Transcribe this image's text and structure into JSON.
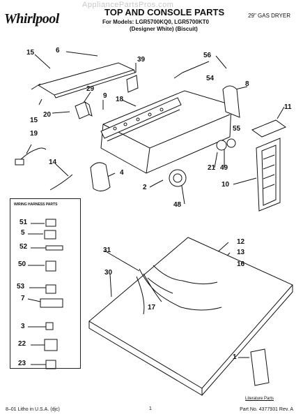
{
  "header": {
    "watermark": "AppliancePartsPros.com",
    "brand": "Whirlpool",
    "title": "TOP AND CONSOLE PARTS",
    "models_line": "For Models: LGR5700KQ0, LGR5700KT0",
    "variants_line": "(Designer White)     (Biscuit)",
    "product": "29\" GAS DRYER"
  },
  "legend": {
    "heading": "WIRING HARNESS PARTS"
  },
  "literature_label": "Literature Parts",
  "footer": {
    "left": "8–01 Litho in U.S.A. (djc)",
    "page": "1",
    "right": "Part No. 4377931 Rev. A"
  },
  "callouts": [
    "1",
    "2",
    "3",
    "4",
    "5",
    "6",
    "7",
    "8",
    "9",
    "10",
    "11",
    "12",
    "13",
    "14",
    "15",
    "15",
    "16",
    "17",
    "18",
    "19",
    "20",
    "21",
    "22",
    "23",
    "29",
    "30",
    "31",
    "39",
    "48",
    "49",
    "50",
    "51",
    "52",
    "53",
    "54",
    "55",
    "56"
  ]
}
